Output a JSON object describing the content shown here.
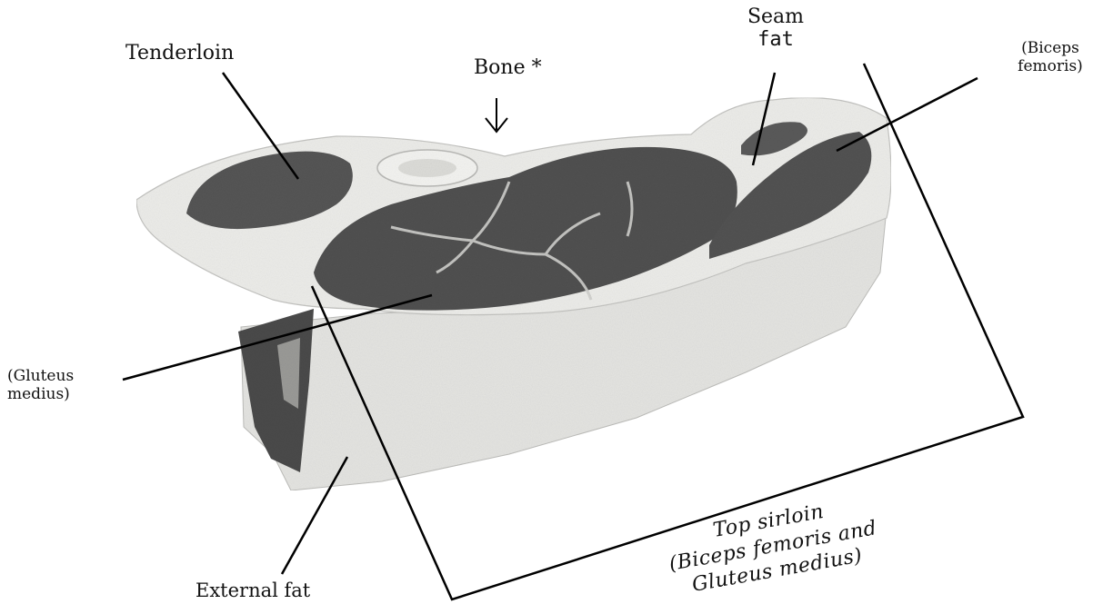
{
  "labels": {
    "tenderloin": "Tenderloin",
    "bone": "Bone *",
    "seam_fat_line1": "Seam",
    "seam_fat_line2": "fat",
    "biceps_line1": "(Biceps",
    "biceps_line2": "femoris)",
    "gluteus_line1": "(Gluteus",
    "gluteus_line2": "medius)",
    "external_fat": "External fat",
    "top_sirloin_line1": "Top sirloin",
    "top_sirloin_line2": "(Biceps femoris and",
    "top_sirloin_line3": "Gluteus medius)"
  },
  "colors": {
    "fat": "#e9e9e6",
    "fat_shadow": "#d2d2cf",
    "lean": "#555555",
    "lean_dark": "#3a3a3a",
    "line": "#000000"
  }
}
